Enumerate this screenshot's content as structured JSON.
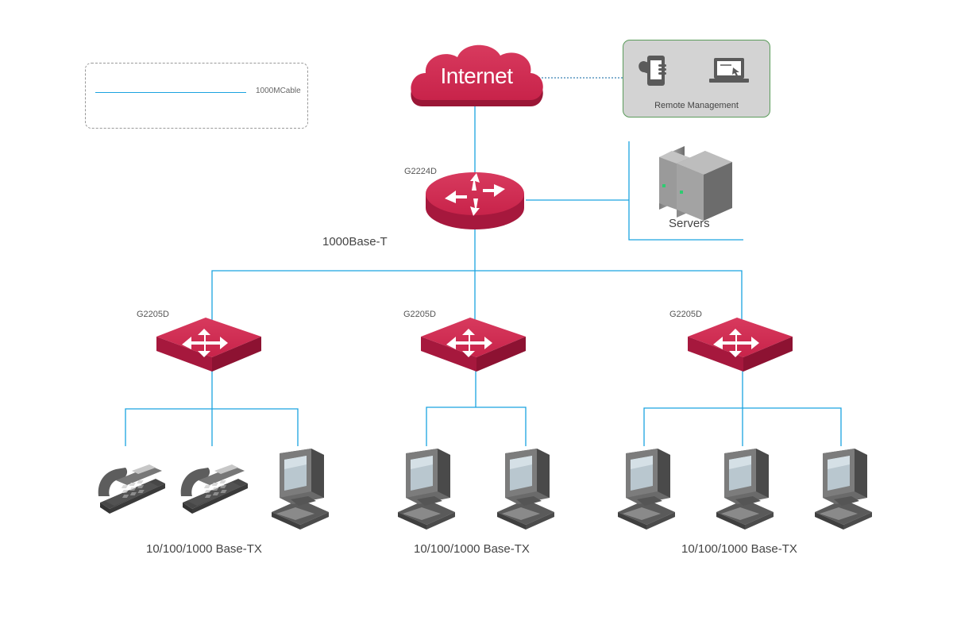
{
  "legend": {
    "label": "1000MCable"
  },
  "cloud": {
    "label": "Internet"
  },
  "remote": {
    "label": "Remote Management",
    "devices": [
      "smartphone-icon",
      "laptop-icon"
    ]
  },
  "core_switch": {
    "model": "G2224D",
    "uplink_label": "1000Base-T"
  },
  "servers": {
    "label": "Servers"
  },
  "access_switches": [
    {
      "model": "G2205D",
      "tier_label": "10/100/1000 Base-TX",
      "devices": [
        "phone",
        "phone",
        "computer"
      ]
    },
    {
      "model": "G2205D",
      "tier_label": "10/100/1000 Base-TX",
      "devices": [
        "computer",
        "computer"
      ]
    },
    {
      "model": "G2205D",
      "tier_label": "10/100/1000 Base-TX",
      "devices": [
        "computer",
        "computer",
        "computer"
      ]
    }
  ],
  "colors": {
    "link": "#1aa3e0",
    "brand_red": "#c8234a",
    "brand_red_dark": "#9a1636",
    "remote_border": "#5b9b5b",
    "remote_bg": "#d3d3d3"
  }
}
